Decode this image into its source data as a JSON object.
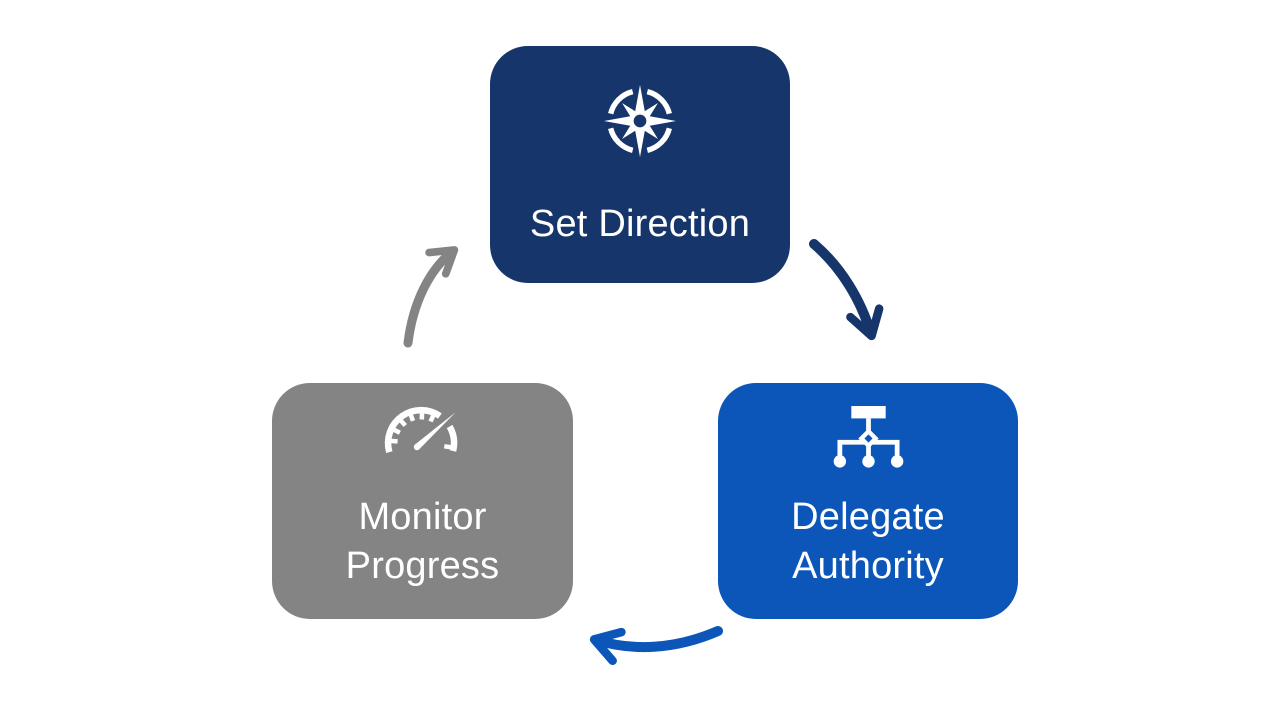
{
  "colors": {
    "navy": "#16366B",
    "blue": "#0B56B8",
    "gray": "#848484",
    "white": "#FFFFFF",
    "background": "#FFFFFF"
  },
  "nodes": [
    {
      "id": "set-direction",
      "lines": [
        "Set Direction"
      ],
      "icon": "compass-icon",
      "color": "#16366B"
    },
    {
      "id": "delegate-authority",
      "lines": [
        "Delegate",
        "Authority"
      ],
      "icon": "org-chart-icon",
      "color": "#0B56B8"
    },
    {
      "id": "monitor-progress",
      "lines": [
        "Monitor",
        "Progress"
      ],
      "icon": "gauge-icon",
      "color": "#848484"
    }
  ],
  "arrows": [
    {
      "id": "set-to-delegate",
      "from": "Set Direction",
      "to": "Delegate Authority",
      "color": "#16366B"
    },
    {
      "id": "delegate-to-monitor",
      "from": "Delegate Authority",
      "to": "Monitor Progress",
      "color": "#0B56B8"
    },
    {
      "id": "monitor-to-set",
      "from": "Monitor Progress",
      "to": "Set Direction",
      "color": "#848484"
    }
  ]
}
